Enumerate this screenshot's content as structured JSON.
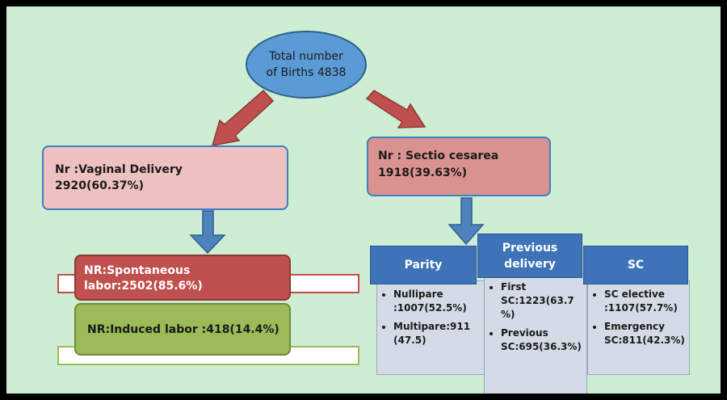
{
  "root": {
    "line1": "Total number",
    "line2": "of Births 4838"
  },
  "vaginal": {
    "title": "Nr :Vaginal Delivery",
    "value": "2920(60.37%)"
  },
  "cesarea": {
    "title": "Nr : Sectio cesarea",
    "value": "1918(39.63%)"
  },
  "spontaneous": {
    "line1": "NR:Spontaneous",
    "line2": "labor:2502(85.6%)"
  },
  "induced": {
    "text": "NR:Induced labor :418(14.4%)"
  },
  "parity": {
    "header": "Parity",
    "items": [
      {
        "line1": "Nullipare",
        "line2": ":1007(52.5%)"
      },
      {
        "line1": "Multipare:911",
        "line2": "(47.5)"
      }
    ]
  },
  "previous": {
    "header_line1": "Previous",
    "header_line2": "delivery",
    "items": [
      {
        "line1": "First",
        "line2": "SC:1223(63.7",
        "line3": "%)"
      },
      {
        "line1": "Previous",
        "line2": "SC:695(36.3%)"
      }
    ]
  },
  "sc": {
    "header": "SC",
    "items": [
      {
        "line1": "SC elective",
        "line2": ":1107(57.7%)"
      },
      {
        "line1": "Emergency",
        "line2": "SC:811(42.3%)"
      }
    ]
  },
  "colors": {
    "background": "#cdeed2",
    "arrow_dark_red": "#c0504d",
    "arrow_blue": "#4f81bd",
    "header_blue": "#3e73b8"
  }
}
